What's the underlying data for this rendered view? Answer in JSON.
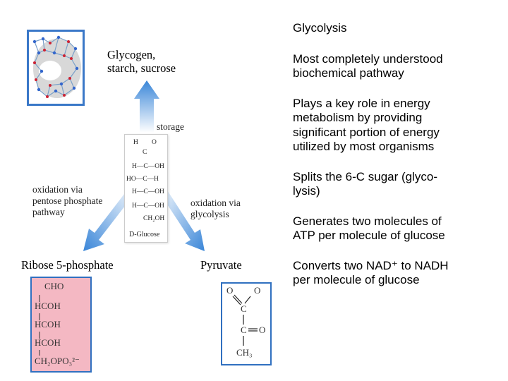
{
  "bullets": {
    "title": "Glycolysis",
    "items": [
      "Most completely understood\nbiochemical pathway",
      "Plays a key role in energy\nmetabolism by providing\nsignificant portion of energy\nutilized by most organisms",
      "Splits the 6-C sugar (glyco-\nlysis)",
      "Generates two molecules of\nATP per molecule of glucose",
      "Converts two NAD⁺ to NADH\nper molecule of glucose"
    ]
  },
  "diagram": {
    "glycogen_label": "Glycogen,\nstarch, sucrose",
    "storage_label": "storage",
    "pentose_label": "oxidation via\npentose phosphate\npathway",
    "glycolysis_label": "oxidation via\nglycolysis",
    "ribose_title": "Ribose 5-phosphate",
    "pyruvate_title": "Pyruvate",
    "glucose_caption": "D-Glucose",
    "glucose_rows": [
      "H",
      "O",
      "C",
      "H—C—OH",
      "HO—C—H",
      "H—C—OH",
      "H—C—OH",
      "CH₂OH"
    ],
    "ribose_rows": [
      "CHO",
      "HCOH",
      "HCOH",
      "HCOH",
      "CH₂OPO₃²⁻"
    ],
    "pyruvate": {
      "o1": "O",
      "o2": "O",
      "c1": "C",
      "c2": "C",
      "o3": "O",
      "ch3": "CH₃"
    }
  },
  "colors": {
    "arrow_blue": "#3a86d8",
    "frame_blue": "#3070c0",
    "ribose_fill": "#f4b8c3"
  }
}
